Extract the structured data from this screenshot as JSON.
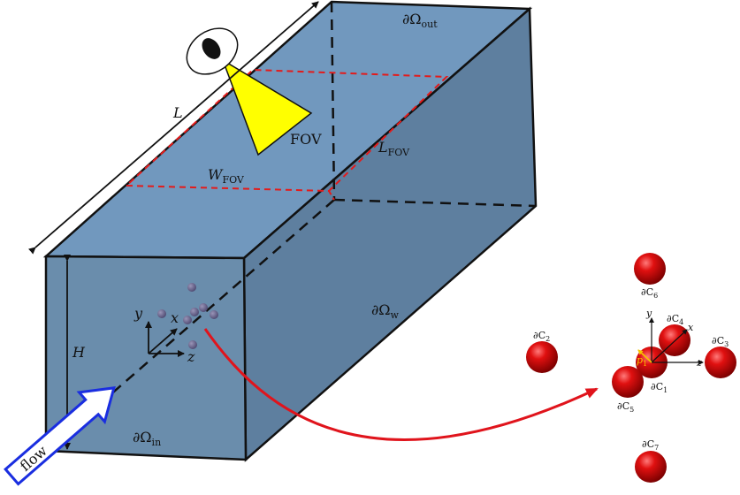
{
  "labels": {
    "boundary_out": "∂Ω",
    "boundary_out_sub": "out",
    "boundary_in": "∂Ω",
    "boundary_in_sub": "in",
    "boundary_wall": "∂Ω",
    "boundary_wall_sub": "w",
    "length": "L",
    "height": "H",
    "fov": "FOV",
    "w_fov": "W",
    "w_fov_sub": "FOV",
    "l_fov": "L",
    "l_fov_sub": "FOV",
    "flow": "flow",
    "axis_x": "x",
    "axis_y": "y",
    "axis_z": "z"
  },
  "particles": {
    "c1": "∂C",
    "c1_sub": "1",
    "c2": "∂C",
    "c2_sub": "2",
    "c3": "∂C",
    "c3_sub": "3",
    "c4": "∂C",
    "c4_sub": "4",
    "c5": "∂C",
    "c5_sub": "5",
    "c6": "∂C",
    "c6_sub": "6",
    "c7": "∂C",
    "c7_sub": "7",
    "p": "p",
    "p_sub": "1"
  },
  "colors": {
    "box_front": "#6a8dac",
    "box_top": "#7198be",
    "box_right": "#5e7f9f",
    "fov_region": "#e31b1b",
    "camera_cone": "#ffff00",
    "flow_arrow": "#1a2ee0",
    "transfer_arrow": "#e0141c",
    "particle": "#cc0000",
    "small_particle": "#6e6a8e"
  }
}
